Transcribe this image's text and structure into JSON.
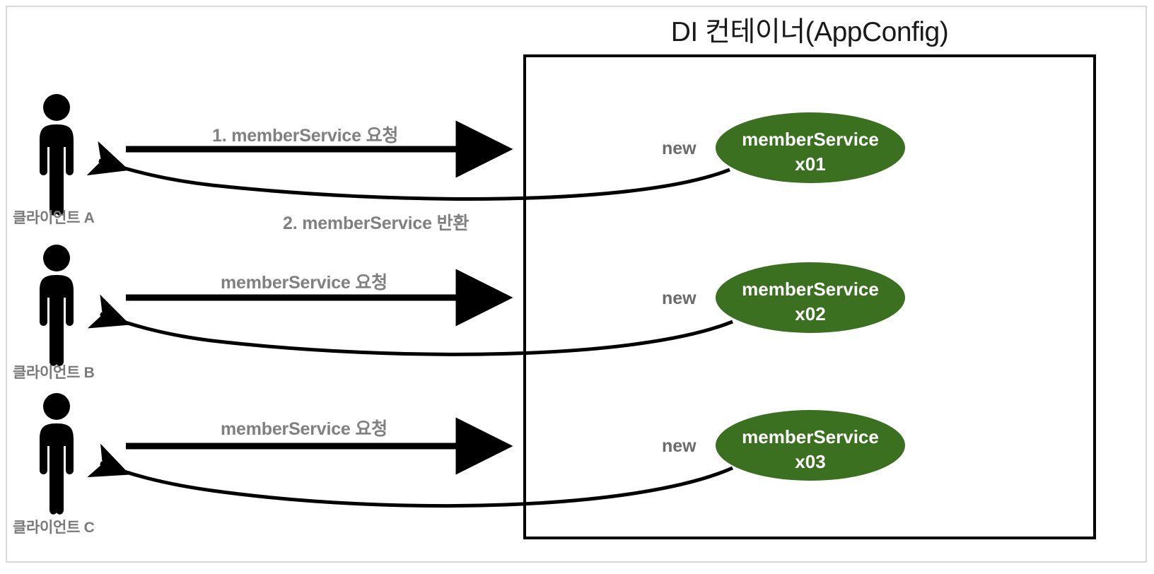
{
  "diagram": {
    "title": "DI 컨테이너(AppConfig)",
    "container_border_color": "#000000",
    "frame_color": "#d9d9d9",
    "bean_fill_color": "#3a7020",
    "bean_text_color": "#ffffff",
    "label_color": "#808080",
    "figure_color": "#000000"
  },
  "rows": [
    {
      "client_label": "클라이언트 A",
      "request_label": "1. memberService 요청",
      "return_label": "2. memberService 반환",
      "new_label": "new",
      "bean_line1": "memberService",
      "bean_line2": "x01"
    },
    {
      "client_label": "클라이언트 B",
      "request_label": "memberService 요청",
      "return_label": "",
      "new_label": "new",
      "bean_line1": "memberService",
      "bean_line2": "x02"
    },
    {
      "client_label": "클라이언트 C",
      "request_label": "memberService 요청",
      "return_label": "",
      "new_label": "new",
      "bean_line1": "memberService",
      "bean_line2": "x03"
    }
  ]
}
